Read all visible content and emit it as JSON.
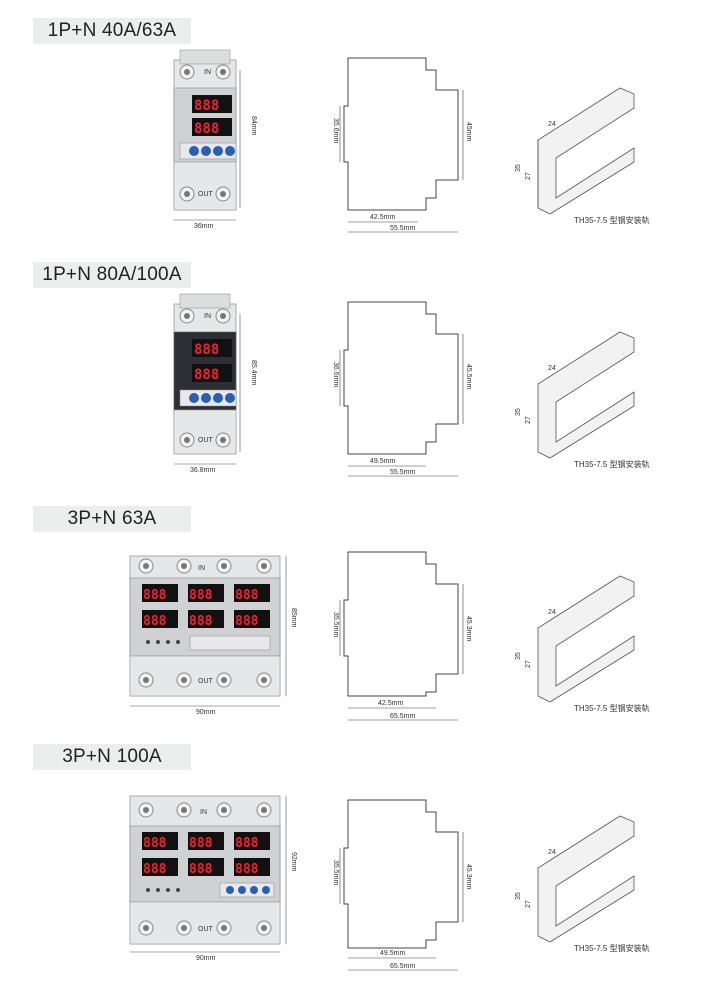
{
  "sections": [
    {
      "title": "1P+N 40A/63A",
      "front": {
        "width_label": "36mm",
        "height_label": "84mm",
        "top_terminal": "IN",
        "bottom_terminal": "OUT"
      },
      "side": {
        "inner_height": "35.6mm",
        "outer_height": "45mm",
        "depth_inner": "42.5mm",
        "depth_total": "55.5mm"
      },
      "rail": {
        "dim_top": "24",
        "dim_left_outer": "35",
        "dim_left_inner": "27",
        "label": "TH35-7.5 型钢安装轨"
      }
    },
    {
      "title": "1P+N 80A/100A",
      "front": {
        "width_label": "36.8mm",
        "height_label": "85.4mm",
        "top_terminal": "IN",
        "bottom_terminal": "OUT"
      },
      "side": {
        "inner_height": "36.6mm",
        "outer_height": "45.5mm",
        "depth_inner": "49.5mm",
        "depth_total": "55.5mm"
      },
      "rail": {
        "dim_top": "24",
        "dim_left_outer": "35",
        "dim_left_inner": "27",
        "label": "TH35-7.5 型钢安装轨"
      }
    },
    {
      "title": "3P+N 63A",
      "front": {
        "width_label": "90mm",
        "height_label": "85mm",
        "top_terminal": "IN",
        "bottom_terminal": "OUT"
      },
      "side": {
        "inner_height": "35.5mm",
        "outer_height": "45.3mm",
        "depth_inner": "42.5mm",
        "depth_total": "65.5mm"
      },
      "rail": {
        "dim_top": "24",
        "dim_left_outer": "35",
        "dim_left_inner": "27",
        "label": "TH35-7.5 型钢安装轨"
      }
    },
    {
      "title": "3P+N 100A",
      "front": {
        "width_label": "90mm",
        "height_label": "92mm",
        "top_terminal": "IN",
        "bottom_terminal": "OUT"
      },
      "side": {
        "inner_height": "35.5mm",
        "outer_height": "45.3mm",
        "depth_inner": "49.5mm",
        "depth_total": "65.5mm"
      },
      "rail": {
        "dim_top": "24",
        "dim_left_outer": "35",
        "dim_left_inner": "27",
        "label": "TH35-7.5 型钢安装轨"
      }
    }
  ],
  "colors": {
    "title_bg": "#eceded",
    "device_body": "#d9dadb",
    "display_bg": "#111111",
    "segment_red": "#e22233",
    "button_blue": "#2a5fb0",
    "line": "#555555"
  }
}
